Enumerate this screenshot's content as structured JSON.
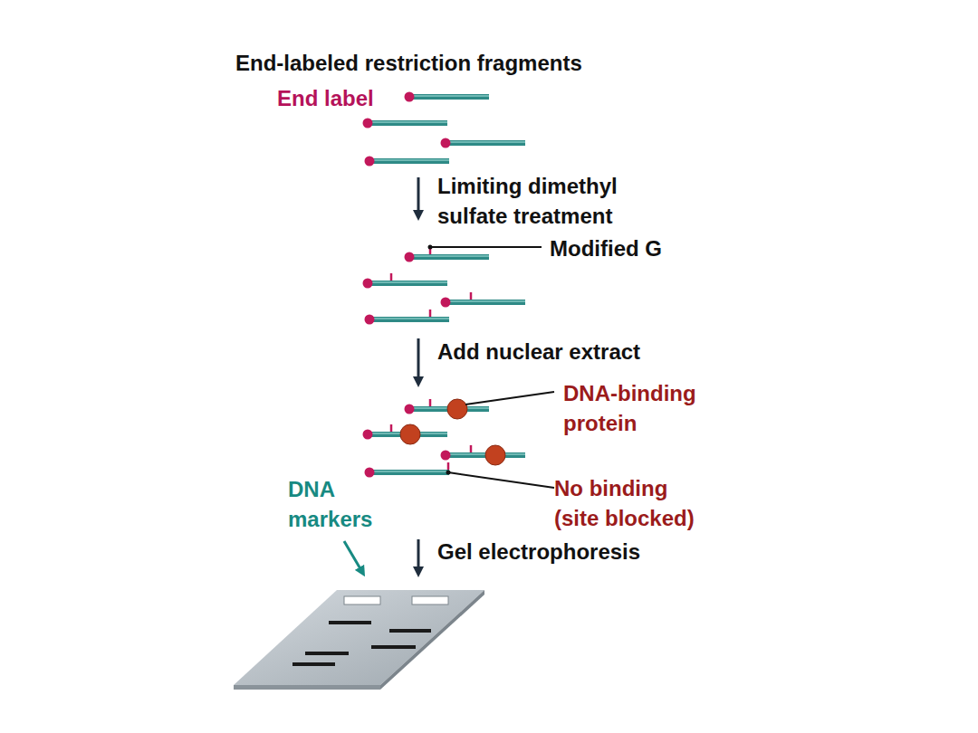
{
  "diagram": {
    "title": "End-labeled restriction fragments",
    "labels": [
      "End label",
      "Limiting dimethyl sulfate treatment",
      "Modified G",
      "Add nuclear extract",
      "DNA-binding protein",
      "No binding (site blocked)",
      "DNA markers",
      "Gel electrophoresis"
    ]
  }
}
